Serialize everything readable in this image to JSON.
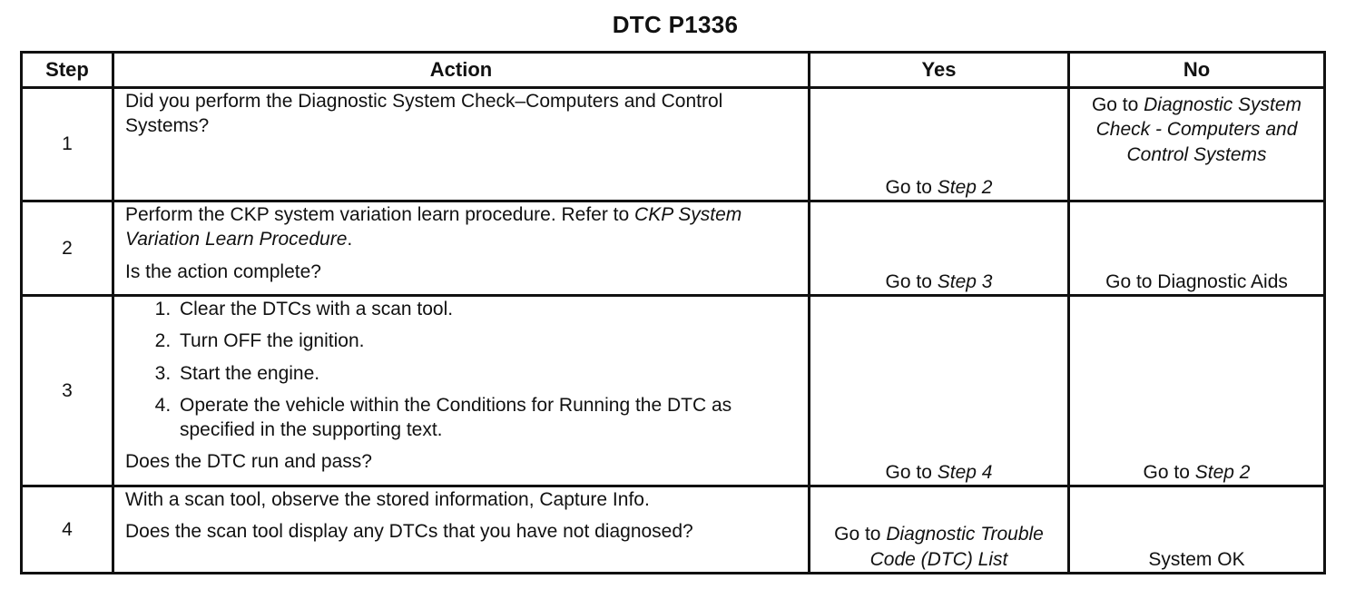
{
  "title": "DTC P1336",
  "headers": {
    "step": "Step",
    "action": "Action",
    "yes": "Yes",
    "no": "No"
  },
  "rows": [
    {
      "step": "1",
      "action": "Did you perform the Diagnostic System Check–Computers and Control Systems?",
      "yes_prefix": "Go to ",
      "yes_link": "Step 2",
      "no_prefix": "Go to ",
      "no_link": "Diagnostic System Check - Computers and Control Systems"
    },
    {
      "step": "2",
      "action_text": "Perform the CKP system variation learn procedure. Refer to ",
      "action_link": "CKP System Variation Learn Procedure",
      "action_suffix": ".",
      "question": "Is the action complete?",
      "yes_prefix": "Go to ",
      "yes_link": "Step 3",
      "no_text": "Go to Diagnostic Aids"
    },
    {
      "step": "3",
      "items": [
        "Clear the DTCs with a scan tool.",
        "Turn OFF the ignition.",
        "Start the engine.",
        "Operate the vehicle within the Conditions for Running the DTC as specified in the supporting text."
      ],
      "question": "Does the DTC run and pass?",
      "yes_prefix": "Go to ",
      "yes_link": "Step 4",
      "no_prefix": "Go to ",
      "no_link": "Step 2"
    },
    {
      "step": "4",
      "action": "With a scan tool, observe the stored information, Capture Info.",
      "question": "Does the scan tool display any DTCs that you have not diagnosed?",
      "yes_prefix": "Go to ",
      "yes_link": "Diagnostic Trouble Code (DTC) List",
      "no_text": "System OK"
    }
  ]
}
